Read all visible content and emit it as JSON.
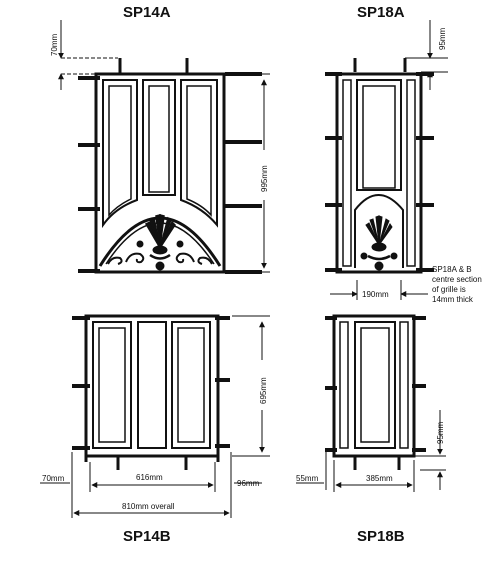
{
  "titles": {
    "sp14a": "SP14A",
    "sp18a": "SP18A",
    "sp14b": "SP14B",
    "sp18b": "SP18B"
  },
  "dimensions": {
    "sp14a_top_projection": "70mm",
    "sp14a_height": "995mm",
    "sp18a_top_projection": "95mm",
    "sp18a_centre_width": "190mm",
    "sp14b_height": "695mm",
    "sp14b_left_projection": "70mm",
    "sp14b_inner_width": "616mm",
    "sp14b_right_projection": "96mm",
    "sp14b_overall": "810mm overall",
    "sp18b_bottom_projection": "95mm",
    "sp18b_left_projection": "55mm",
    "sp18b_inner_width": "385mm"
  },
  "note": {
    "line1": "SP18A & B",
    "line2": "centre section",
    "line3": "of grille is",
    "line4": "14mm thick"
  }
}
